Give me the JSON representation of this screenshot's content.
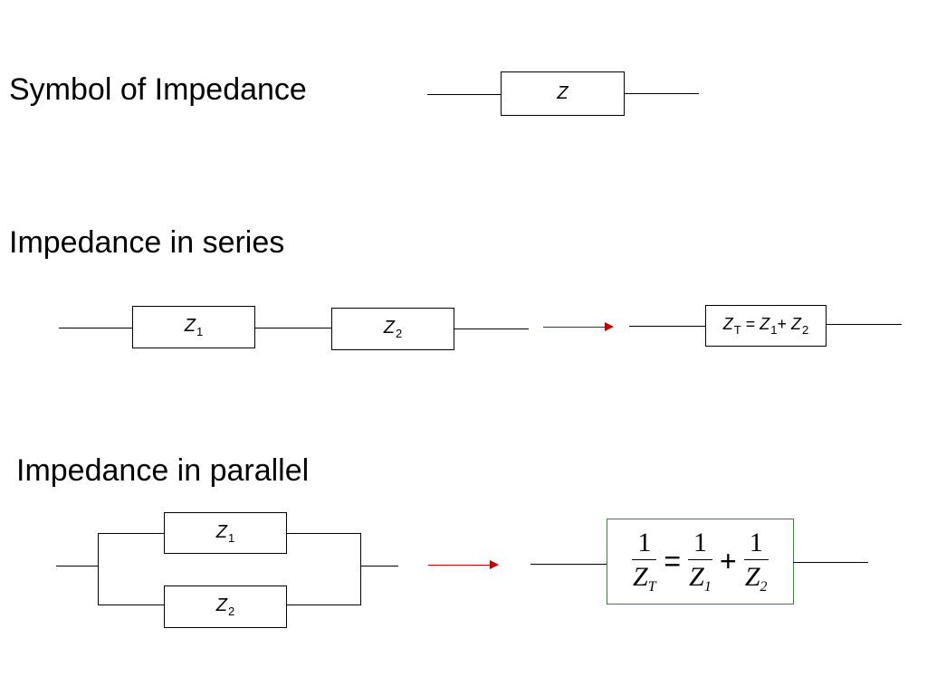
{
  "symbol_section": {
    "heading": "Symbol of Impedance",
    "box": {
      "main": "Z"
    }
  },
  "series_section": {
    "heading": "Impedance in series",
    "z1": {
      "main": "Z",
      "sub": "1"
    },
    "z2": {
      "main": "Z",
      "sub": "2"
    },
    "result": {
      "zt": "Z",
      "t": "T",
      "eq": " = ",
      "z1": "Z",
      "one": "1",
      "plus": "+ ",
      "z2": "Z",
      "two": "2"
    }
  },
  "parallel_section": {
    "heading": "Impedance in parallel",
    "z1": {
      "main": "Z",
      "sub": "1"
    },
    "z2": {
      "main": "Z",
      "sub": "2"
    },
    "equation": {
      "numerator": "1",
      "lhs_den": "Z",
      "lhs_sub": "T",
      "equals": "=",
      "r1_den": "Z",
      "r1_sub": "1",
      "plus": "+",
      "r2_den": "Z",
      "r2_sub": "2"
    }
  },
  "colors": {
    "arrow": "#c00000",
    "equation_border": "#2e8b2e"
  }
}
